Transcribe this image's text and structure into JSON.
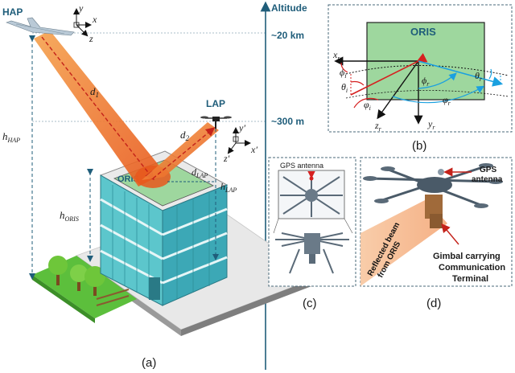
{
  "panel_a": {
    "hap_label": "HAP",
    "lap_label": "LAP",
    "oris_label": "ORIS",
    "altitude_label": "Altitude",
    "altitude_20km": "~20 km",
    "altitude_300m": "~300 m",
    "d1": "d",
    "d1_sub": "1",
    "d2": "d",
    "d2_sub": "2",
    "dlap": "d",
    "dlap_sub": "LAP",
    "h_hap": "h",
    "h_hap_sub": "HAP",
    "h_lap": "h",
    "h_lap_sub": "LAP",
    "h_oris": "h",
    "h_oris_sub": "ORIS",
    "axis_x": "x",
    "axis_y": "y",
    "axis_z": "z",
    "axis_x_prime": "x′",
    "axis_y_prime": "y′",
    "axis_z_prime": "z′",
    "caption": "(a)"
  },
  "panel_b": {
    "title": "ORIS",
    "xr": "x",
    "xr_sub": "r",
    "yr": "y",
    "yr_sub": "r",
    "zr": "z",
    "zr_sub": "r",
    "phi_i": "ϕ",
    "phi_i_sub": "i",
    "phi_r": "ϕ",
    "phi_r_sub": "r",
    "theta_i": "θ",
    "theta_i_sub": "i",
    "theta_r": "θ",
    "theta_r_sub": "r",
    "varphi_i": "φ",
    "varphi_i_sub": "i",
    "varphi_r": "φ",
    "varphi_r_sub": "r",
    "caption": "(b)"
  },
  "panel_c": {
    "gps_label": "GPS antenna",
    "caption": "(c)"
  },
  "panel_d": {
    "gps_line1": "GPS",
    "gps_line2": "antenna",
    "beam_line1": "Reflected beam",
    "beam_line2": "from ORIS",
    "gimbal_line1": "Gimbal carrying",
    "gimbal_line2": "Communication",
    "gimbal_line3": "Terminal",
    "caption": "(d)"
  },
  "colors": {
    "beam": "#f07a2a",
    "beam_dark": "#d64a10",
    "accent_teal": "#1f5d7a",
    "oris_green": "#9ed79e",
    "building": "#5cc6cc",
    "phi_red": "#d62020",
    "phi_blue": "#1aa0e0"
  }
}
